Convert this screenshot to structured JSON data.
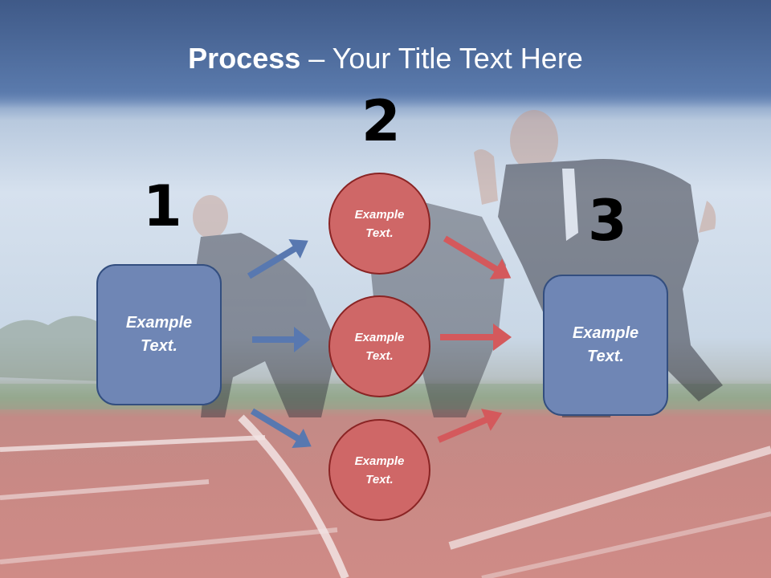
{
  "title": {
    "bold": "Process",
    "rest": " – Your Title Text Here"
  },
  "steps": {
    "one": "1",
    "two": "2",
    "three": "3"
  },
  "left_box": {
    "text": "Example\nText."
  },
  "right_box": {
    "text": "Example\nText."
  },
  "circles": [
    {
      "text": "Example\nText."
    },
    {
      "text": "Example\nText."
    },
    {
      "text": "Example\nText."
    }
  ],
  "colors": {
    "blue": "#6f86b5",
    "blue_border": "#334e7f",
    "red": "#cf6767",
    "red_border": "#8a2424",
    "title_band": "#4d6c9e"
  }
}
